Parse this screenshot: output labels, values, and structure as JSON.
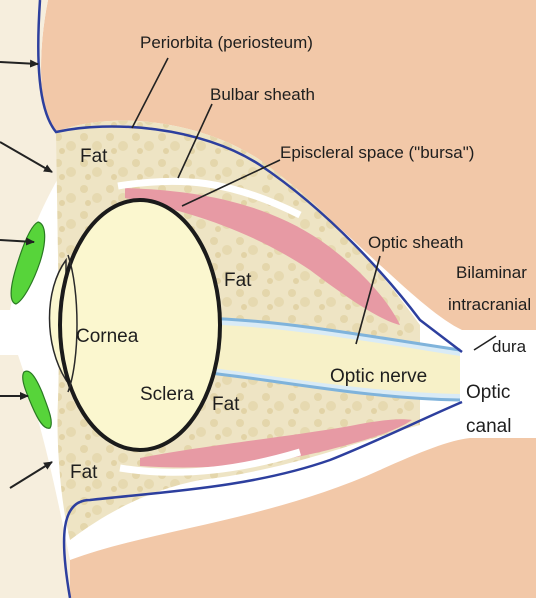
{
  "labels": {
    "periorbita": "Periorbita (periosteum)",
    "bulbar_sheath": "Bulbar sheath",
    "episcleral_space": "Episcleral space (\"bursa\")",
    "optic_sheath": "Optic sheath",
    "bilaminar_1": "Bilaminar",
    "bilaminar_2": "intracranial",
    "bilaminar_3": "dura",
    "optic_canal_1": "Optic",
    "optic_canal_2": "canal",
    "optic_nerve": "Optic nerve",
    "cornea": "Cornea",
    "sclera": "Sclera",
    "fat_upper_left": "Fat",
    "fat_upper_right": "Fat",
    "fat_lower_middle": "Fat",
    "fat_lower_left": "Fat"
  },
  "colors": {
    "bone": "#f2c8a8",
    "fat": "#eee4c4",
    "eyeball": "#fbf7cf",
    "optic_nerve": "#f7f1c8",
    "muscle": "#e79aa4",
    "periorbita_line": "#2d3f9e",
    "sheath_line": "#7fb3db",
    "eyelid_green": "#57d43a"
  }
}
